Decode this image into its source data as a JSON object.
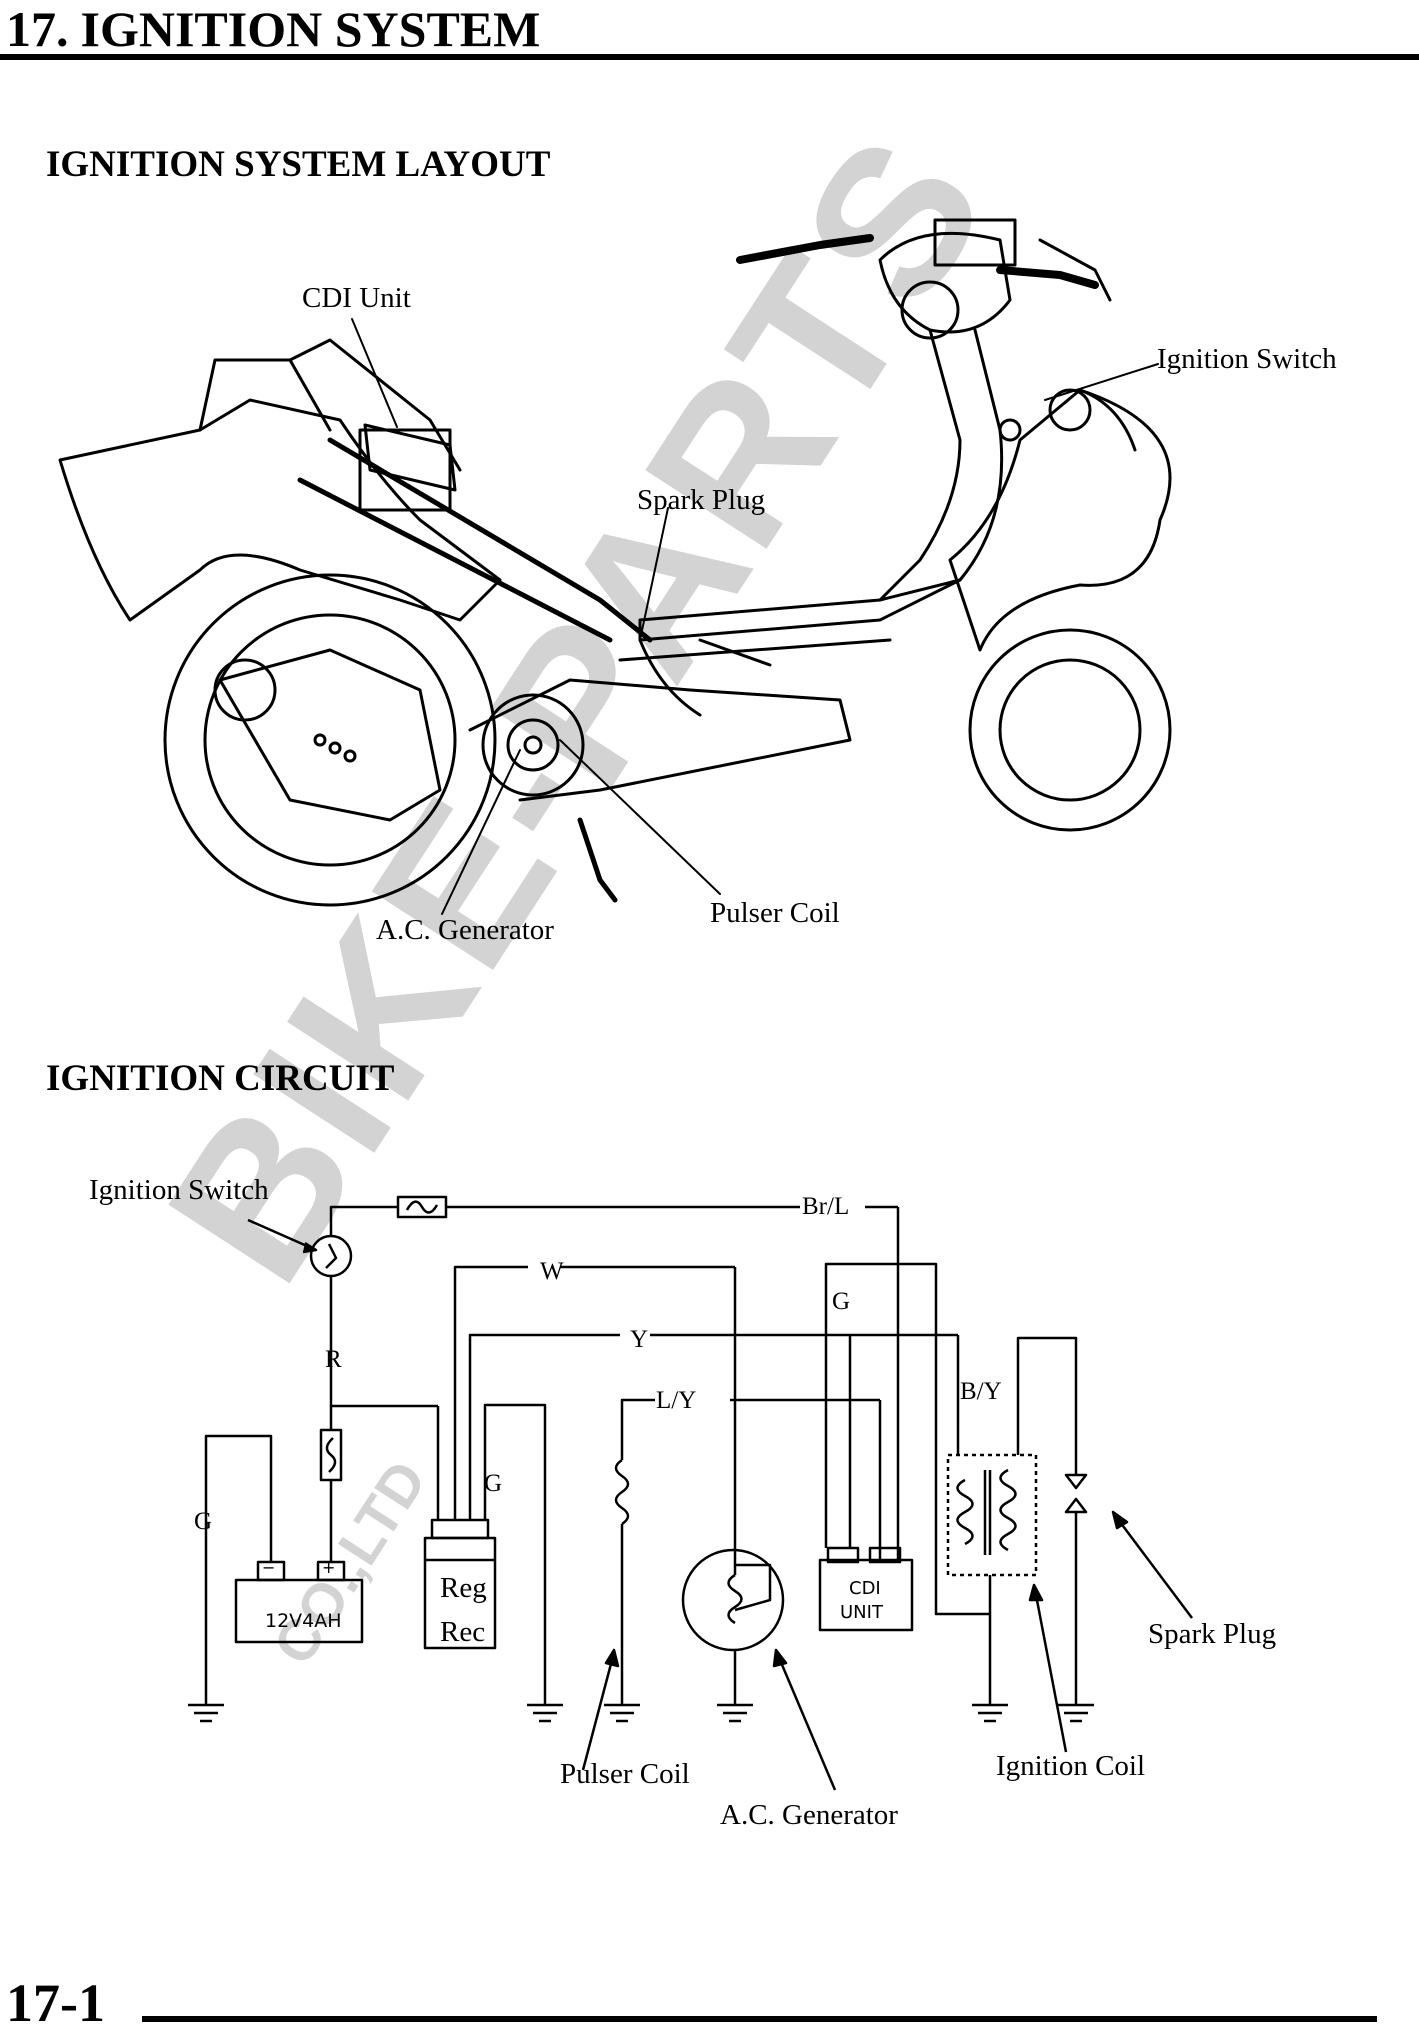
{
  "header": {
    "chapter_number": "17.",
    "chapter_title": "IGNITION SYSTEM"
  },
  "layout_section": {
    "title": "IGNITION SYSTEM LAYOUT",
    "labels": {
      "cdi_unit": "CDI Unit",
      "ignition_switch": "Ignition Switch",
      "spark_plug": "Spark Plug",
      "ac_generator": "A.C. Generator",
      "pulser_coil": "Pulser Coil"
    }
  },
  "circuit_section": {
    "title": "IGNITION CIRCUIT",
    "labels": {
      "ignition_switch": "Ignition Switch",
      "spark_plug": "Spark Plug",
      "ignition_coil": "Ignition Coil",
      "pulser_coil": "Pulser Coil",
      "ac_generator": "A.C. Generator"
    },
    "wires": {
      "br_l": "Br/L",
      "w": "W",
      "y": "Y",
      "g_top": "G",
      "r": "R",
      "l_y": "L/Y",
      "b_y": "B/Y",
      "g_regrec": "G",
      "g_battery": "G"
    },
    "components": {
      "reg": "Reg",
      "rec": "Rec",
      "battery": "12V4AH",
      "battery_minus": "−",
      "battery_plus": "+",
      "cdi_line1": "CDI",
      "cdi_line2": "UNIT"
    }
  },
  "watermark": {
    "main": "BIKE-PARTS",
    "sub": "CO.,LTD"
  },
  "footer": {
    "page_number": "17-1"
  }
}
